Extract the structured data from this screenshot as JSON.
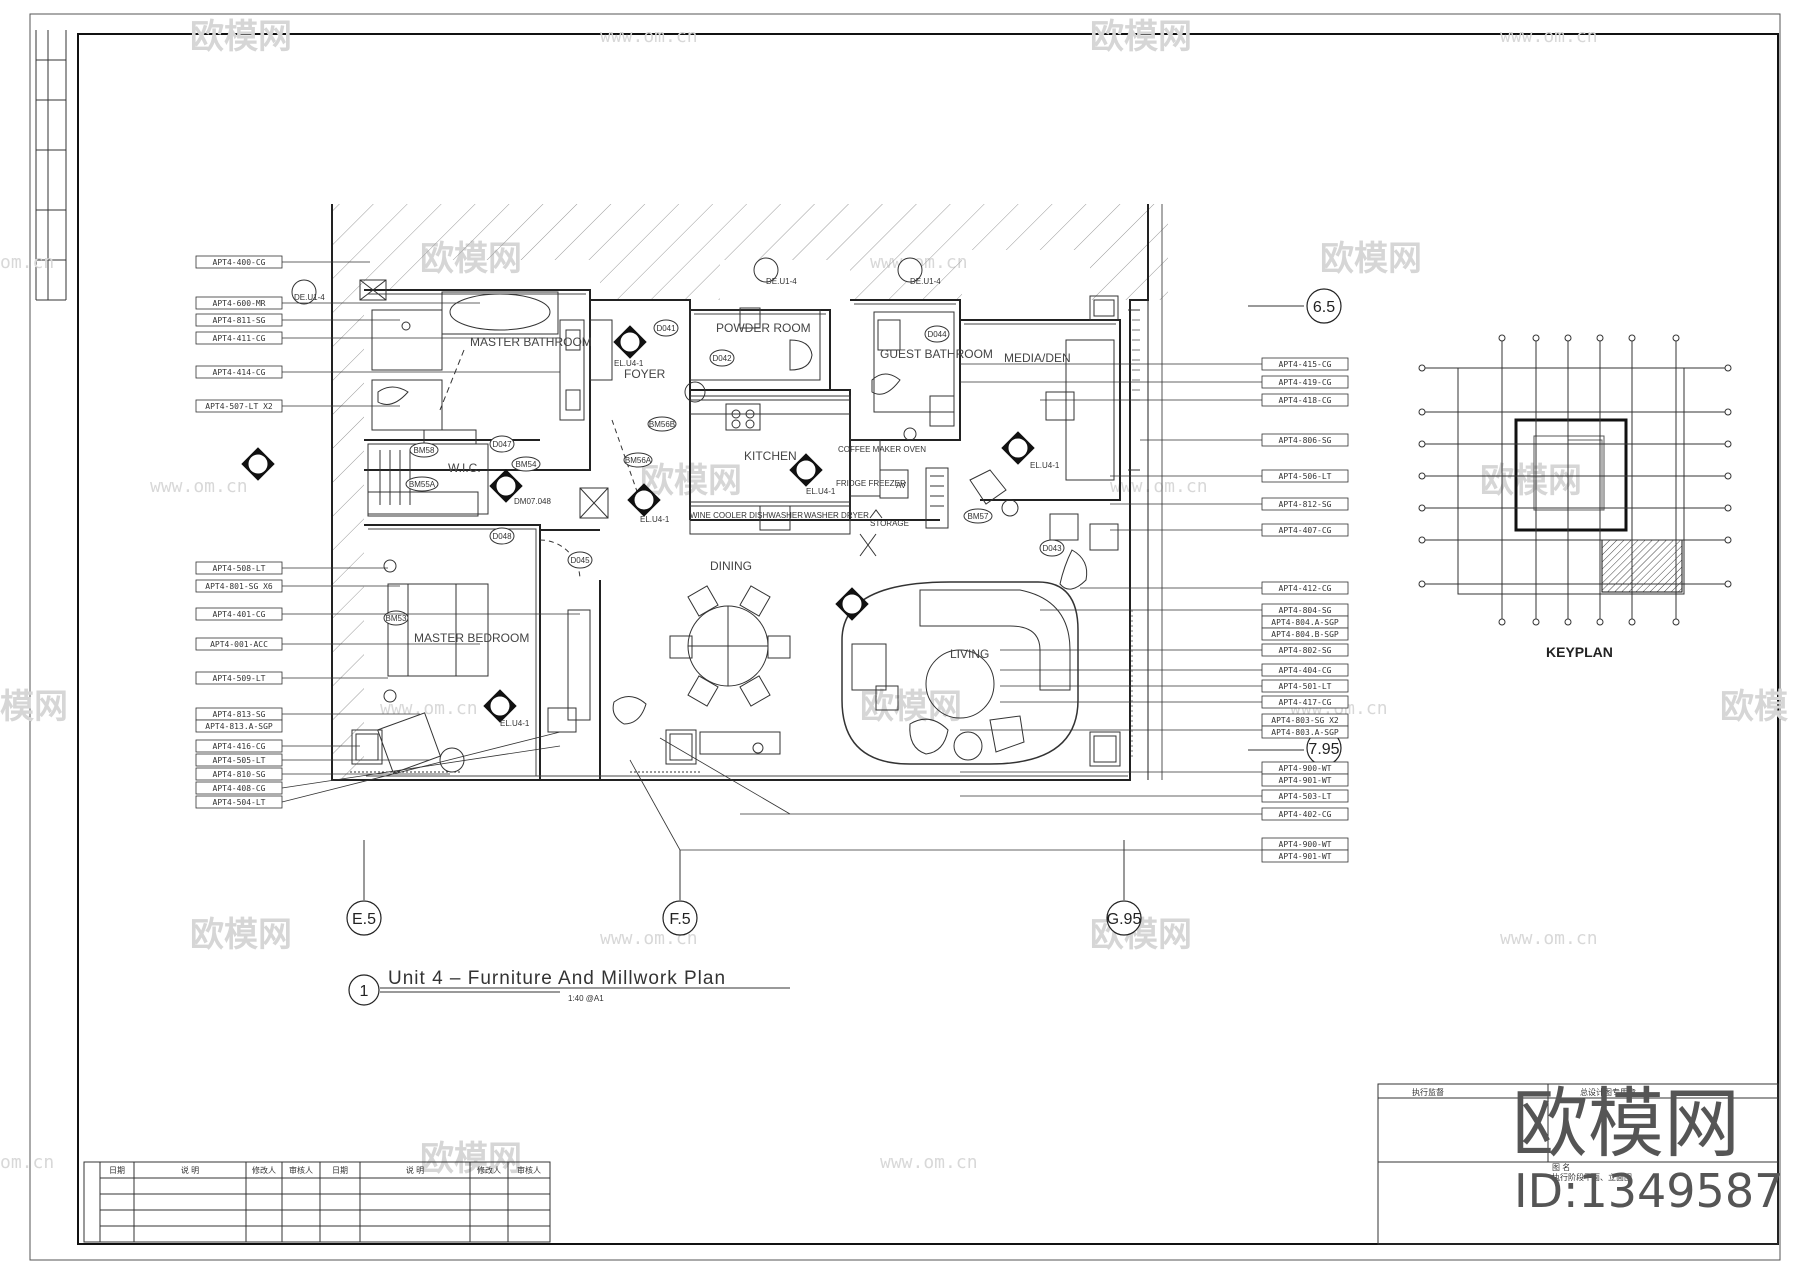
{
  "drawing": {
    "title": "Unit 4 –  Furniture And Millwork Plan",
    "scale": "1:40 @A1",
    "view_number": "1",
    "keyplan_label": "KEYPLAN"
  },
  "brand": {
    "name": "欧模网",
    "id": "ID:1349587",
    "watermark_text": "欧模网",
    "watermark_url": "www.om.cn"
  },
  "rooms": {
    "master_bathroom": "MASTER BATHROOM",
    "foyer": "FOYER",
    "powder_room": "POWDER ROOM",
    "guest_bathroom": "GUEST BATHROOM",
    "media_den": "MEDIA/DEN",
    "wic": "W.I.C.",
    "kitchen": "KITCHEN",
    "storage": "STORAGE",
    "dining": "DINING",
    "master_bedroom": "MASTER BEDROOM",
    "living": "LIVING"
  },
  "gridlines": {
    "e5": "E.5",
    "f5": "F.5",
    "g95": "G.95",
    "r65": "6.5",
    "r795": "7.95"
  },
  "tags_left": [
    "APT4-400-CG",
    "APT4-600-MR",
    "APT4-811-SG",
    "APT4-411-CG",
    "APT4-414-CG",
    "APT4-507-LT X2",
    "APT4-508-LT",
    "APT4-801-SG X6",
    "APT4-401-CG",
    "APT4-001-ACC",
    "APT4-509-LT",
    "APT4-813-SG",
    "APT4-813.A-SGP",
    "APT4-416-CG",
    "APT4-505-LT",
    "APT4-810-SG",
    "APT4-408-CG",
    "APT4-504-LT"
  ],
  "tags_right": [
    "APT4-415-CG",
    "APT4-419-CG",
    "APT4-418-CG",
    "APT4-806-SG",
    "APT4-506-LT",
    "APT4-812-SG",
    "APT4-407-CG",
    "APT4-412-CG",
    "APT4-804-SG",
    "APT4-804.A-SGP",
    "APT4-804.B-SGP",
    "APT4-802-SG",
    "APT4-404-CG",
    "APT4-501-LT",
    "APT4-417-CG",
    "APT4-803-SG X2",
    "APT4-803.A-SGP",
    "APT4-900-WT",
    "APT4-901-WT",
    "APT4-503-LT",
    "APT4-402-CG",
    "APT4-900-WT",
    "APT4-901-WT"
  ],
  "doors": [
    "D041",
    "D042",
    "D044",
    "D047",
    "D048",
    "D045",
    "D043"
  ],
  "elevations": [
    "EL.U4-1",
    "EL.U4-1",
    "EL.U4-1",
    "EL.U4-1",
    "EL.U4-1",
    "DE.U1-4",
    "DE.U1-4",
    "DE.U1-4"
  ],
  "misc_labels": {
    "bm58": "BM58",
    "bm55a": "BM55A",
    "bm54": "BM54",
    "bm56a": "BM56A",
    "bm56b": "BM56B",
    "bm57": "BM57",
    "bm53": "BM53",
    "coffee_maker": "COFFEE MAKER OVEN",
    "fridge": "FRIDGE FREEZER",
    "av": "AV",
    "wine": "WINE COOLER DISHWASHER",
    "washer": "WASHER DRYER",
    "dm07": "DM07.048"
  },
  "title_block": {
    "col1": "日期",
    "col2": "说    明",
    "col3": "修改人",
    "col4": "审核人",
    "col5": "日期",
    "col6": "说    明",
    "col7": "修改人",
    "col8": "审核人",
    "right_head1": "执行监督",
    "right_head2": "总设计图专用章",
    "sheet_title_label": "图 名",
    "sheet_title": "执行阶段平面、立面图"
  },
  "colors": {
    "line": "#2a2a2a",
    "hatch": "#8c8c8c",
    "watermark": "#d6d6d6",
    "brand": "#555555"
  }
}
